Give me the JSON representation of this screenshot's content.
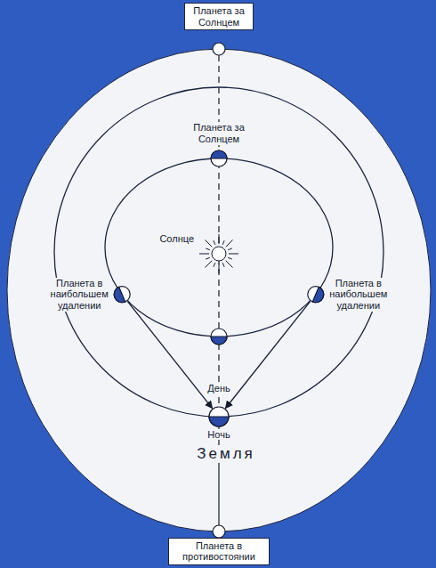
{
  "diagram": {
    "nodes": [
      {
        "text": [
          "Планета за Солнцем"
        ]
      },
      {
        "text": [
          "Планета в противостоянии"
        ]
      }
    ],
    "labels": [
      "Планета за Солнцем",
      "Солнце",
      "Планета в наибольшем удалении",
      "Планета в наибольшем удалении",
      "День",
      "Ночь",
      "Земля"
    ]
  }
}
